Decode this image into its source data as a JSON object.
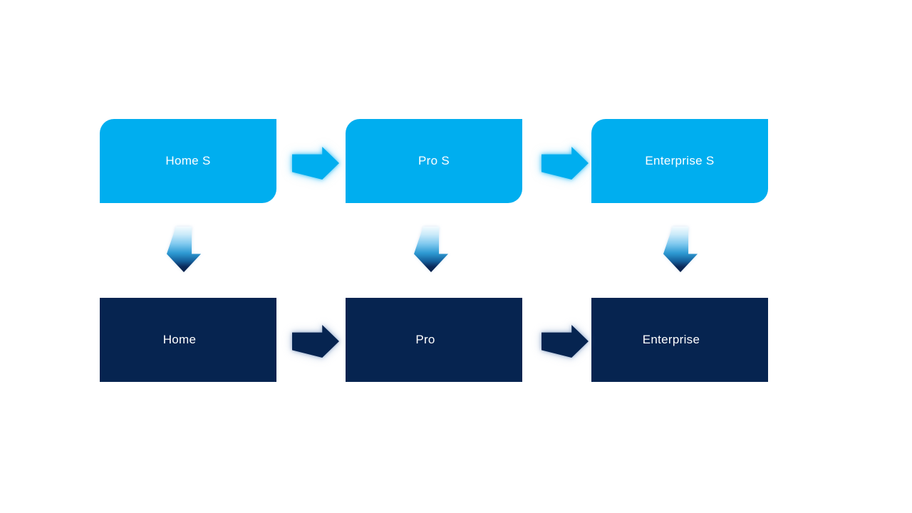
{
  "canvas": {
    "background": "#FFFFFF"
  },
  "colors": {
    "canvas_bg": "#FFFFFF",
    "top_box_fill": "#00AEEF",
    "bottom_box_fill": "#062450",
    "label_text": "#FFFFFF",
    "top_arrow_fill": "#00AEEF",
    "bottom_arrow_fill": "#062450",
    "down_arrow_gradient_top": "#F4FBFE",
    "down_arrow_gradient_bottom": "#082048"
  },
  "rows": {
    "top": [
      {
        "label": "Home S"
      },
      {
        "label": "Pro S"
      },
      {
        "label": "Enterprise S"
      }
    ],
    "bottom": [
      {
        "label": "Home"
      },
      {
        "label": "Pro"
      },
      {
        "label": "Enterprise"
      }
    ]
  },
  "icons": {
    "horizontal_connector": "right-arrow-icon",
    "vertical_connector": "down-arrow-icon"
  }
}
